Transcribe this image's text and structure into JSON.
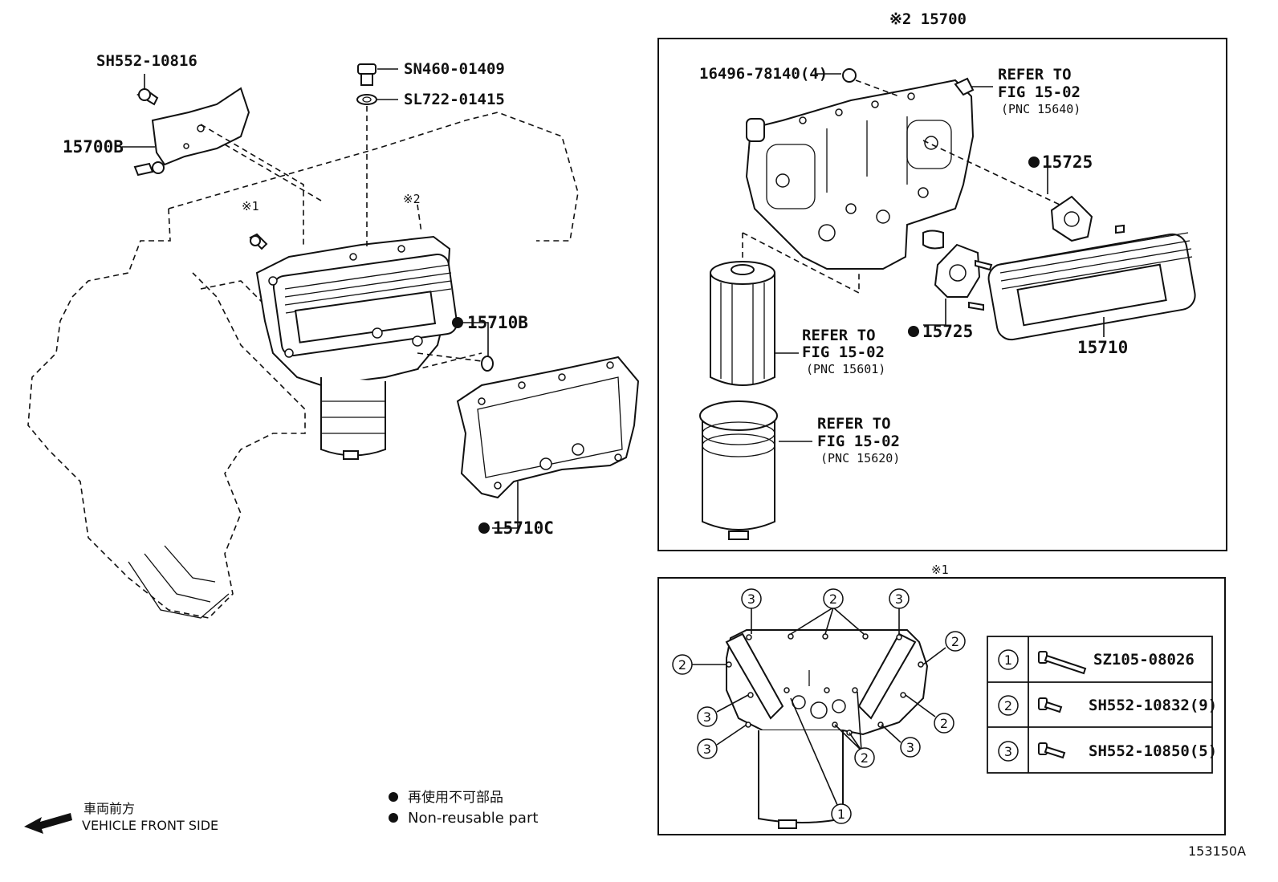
{
  "callouts": {
    "sh552_10816": "SH552-10816",
    "sn460_01409": "SN460-01409",
    "sl722_01415": "SL722-01415",
    "p15700b": "15700B",
    "mark1": "※1",
    "mark2": "※2",
    "p15710b": "15710B",
    "p15710c": "15710C"
  },
  "assembly_box": {
    "header": "※2 15700",
    "bolt": "16496-78140(4)",
    "refer_1": [
      "REFER TO",
      "FIG 15-02",
      "(PNC 15640)"
    ],
    "refer_2": [
      "REFER TO",
      "FIG 15-02",
      "(PNC 15601)"
    ],
    "refer_3": [
      "REFER TO",
      "FIG 15-02",
      "(PNC 15620)"
    ],
    "gasket_a": "15725",
    "gasket_b": "15725",
    "cooler": "15710"
  },
  "bolt_box": {
    "header": "※1",
    "num_1": "1",
    "num_2": "2",
    "num_3": "3",
    "legend": [
      {
        "num": "1",
        "part": "SZ105-08026"
      },
      {
        "num": "2",
        "part": "SH552-10832(9)"
      },
      {
        "num": "3",
        "part": "SH552-10850(5)"
      }
    ]
  },
  "legend": {
    "jp": "再使用不可部品",
    "en": "Non-reusable part"
  },
  "direction": {
    "jp": "車両前方",
    "en": "VEHICLE FRONT SIDE"
  },
  "figure_code": "153150A"
}
